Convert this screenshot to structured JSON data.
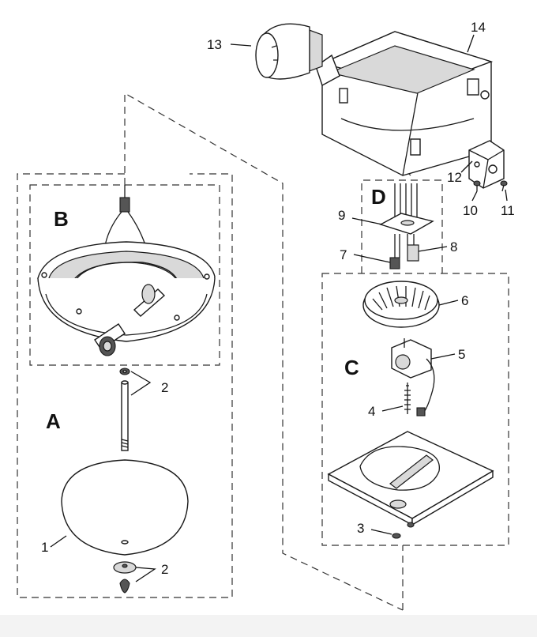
{
  "diagram": {
    "sections": {
      "a": "A",
      "b": "B",
      "c": "C",
      "d": "D"
    },
    "callouts": {
      "p1": "1",
      "p2_upper": "2",
      "p2_lower": "2",
      "p3": "3",
      "p4": "4",
      "p5": "5",
      "p6": "6",
      "p7": "7",
      "p8": "8",
      "p9": "9",
      "p10": "10",
      "p11": "11",
      "p12": "12",
      "p13": "13",
      "p14": "14"
    }
  }
}
